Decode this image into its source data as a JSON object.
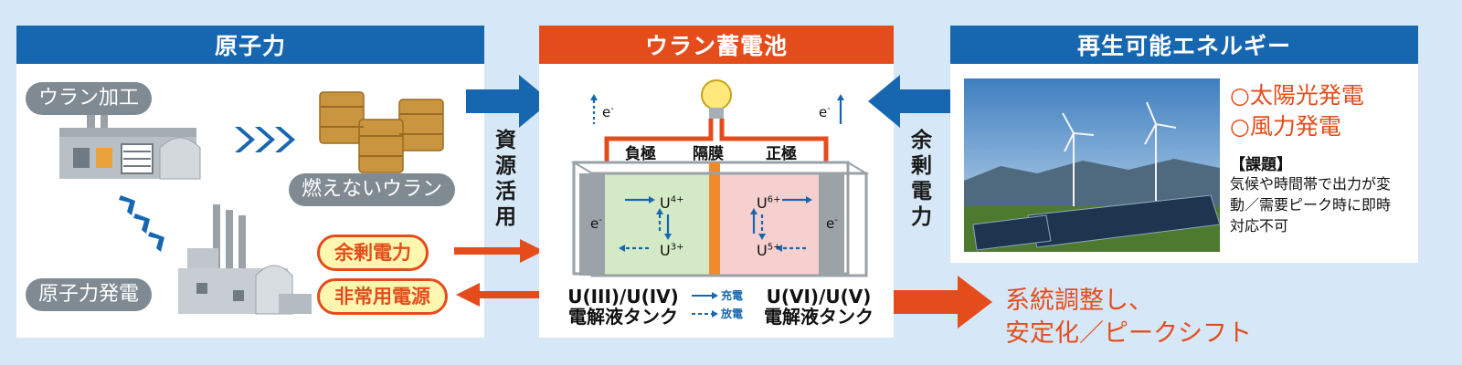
{
  "nuclear": {
    "title": "原子力",
    "uranium_processing": "ウラン加工",
    "unburnable_uranium": "燃えないウラン",
    "nuclear_power": "原子力発電"
  },
  "resource_use": [
    "資",
    "源",
    "活",
    "用"
  ],
  "surplus_power_pill": "余剰電力",
  "emergency_power_pill": "非常用電源",
  "battery": {
    "title": "ウラン蓄電池",
    "negative": "負極",
    "membrane": "隔膜",
    "positive": "正極",
    "electron": "e",
    "electron_sup": "-",
    "u4": "U",
    "u4_sup": "4+",
    "u3": "U",
    "u3_sup": "3+",
    "u6": "U",
    "u6_sup": "6+",
    "u5": "U",
    "u5_sup": "5+",
    "left_tank_line1": "U(III)/U(IV)",
    "left_tank_line2": "電解液タンク",
    "right_tank_line1": "U(VI)/U(V)",
    "right_tank_line2": "電解液タンク",
    "charge": "充電",
    "discharge": "放電"
  },
  "surplus_vertical": [
    "余",
    "剰",
    "電",
    "力"
  ],
  "renewable": {
    "title": "再生可能エネルギー",
    "solar": "○太陽光発電",
    "wind": "○風力発電",
    "issue_title": "【課題】",
    "issue_text": "気候や時間帯で出力が変動／需要ピーク時に即時対応不可"
  },
  "result": {
    "line1": "系統調整し、",
    "line2": "安定化／ピークシフト"
  },
  "colors": {
    "blue": "#1767b0",
    "orange": "#e44c1c",
    "background": "#d6e8f7"
  }
}
